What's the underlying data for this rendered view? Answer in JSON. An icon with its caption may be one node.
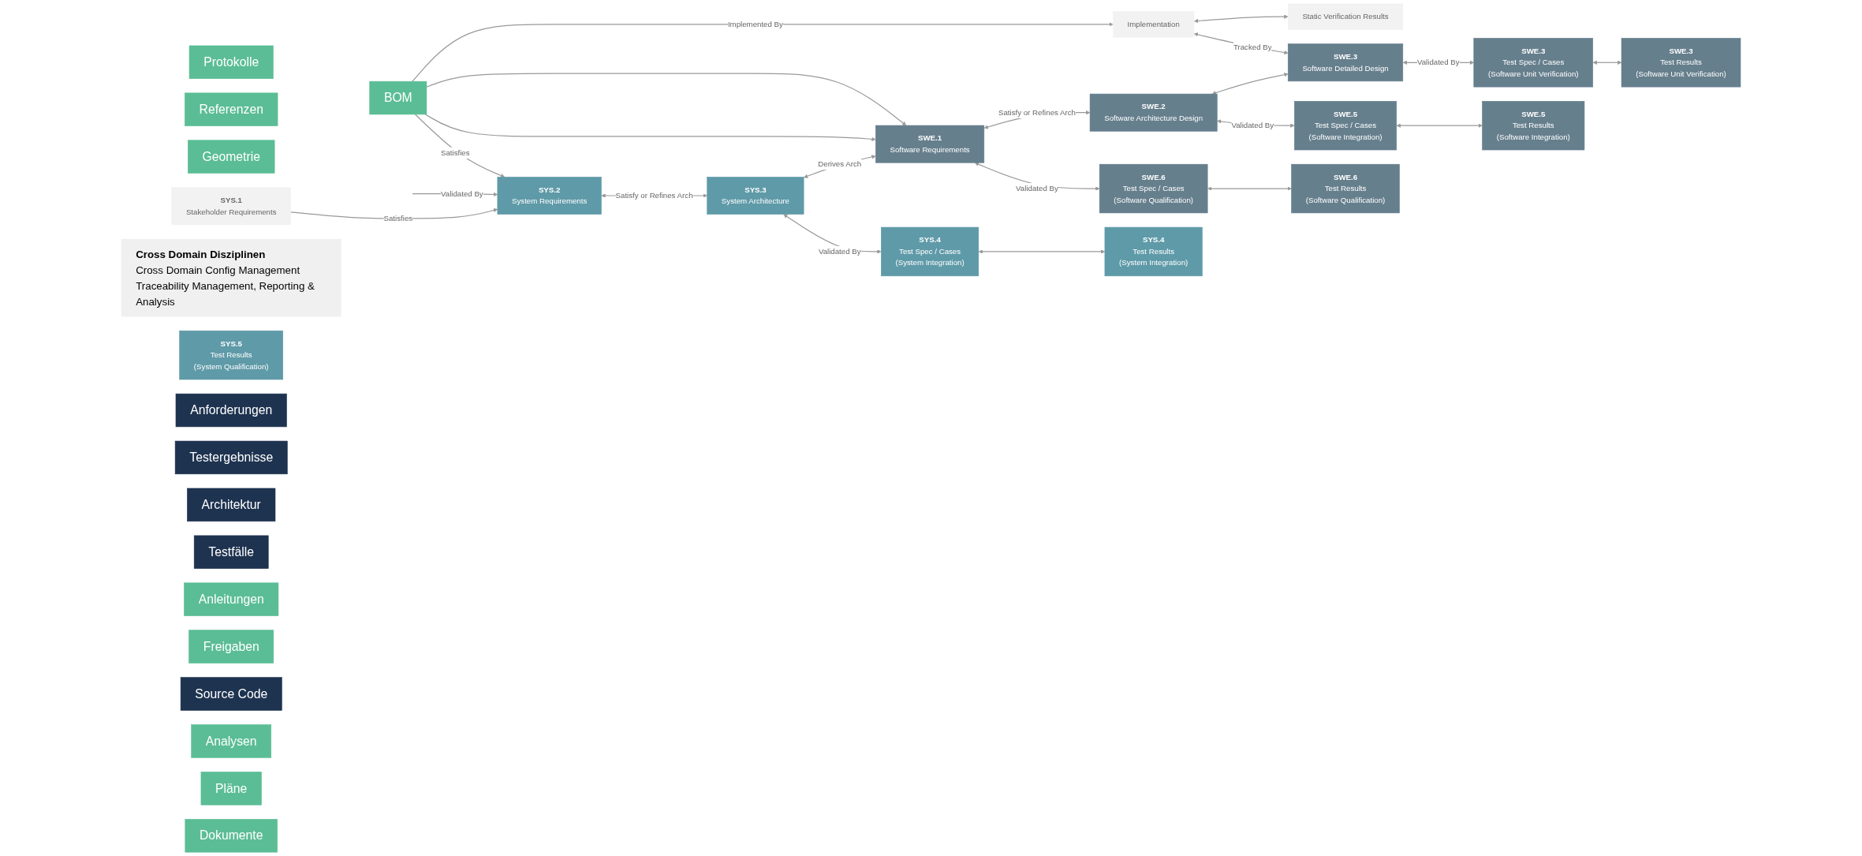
{
  "diagram": {
    "nodes": [
      {
        "text": [
          "Protokolle"
        ]
      },
      {
        "text": [
          "Referenzen"
        ]
      },
      {
        "text": [
          "Geometrie"
        ]
      },
      {
        "text": [
          "SYS.1",
          "Stakeholder Requirements"
        ]
      },
      {
        "text": [
          "Cross Domain Disziplinen",
          "Cross Domain Config Management",
          "Traceability Management, Reporting & Analysis"
        ]
      },
      {
        "text": [
          "SYS.2",
          "System Requirements"
        ]
      },
      {
        "text": [
          "SYS.5",
          "Test Results",
          "(System Qualification)"
        ]
      },
      {
        "text": [
          "Anforderungen"
        ]
      },
      {
        "text": [
          "SYS.3",
          "System Architecture"
        ]
      },
      {
        "text": [
          "SYS.4",
          "Test Spec / Cases",
          "(System Integration)"
        ]
      },
      {
        "text": [
          "SYS.4",
          "Test Results",
          "(System Integration)"
        ]
      },
      {
        "text": [
          "Testergebnisse"
        ]
      },
      {
        "text": [
          "BOM"
        ]
      },
      {
        "text": [
          "SWE.1",
          "Software Requirements"
        ]
      },
      {
        "text": [
          "SWE.6",
          "Test Spec / Cases",
          "(Software Qualification)"
        ]
      },
      {
        "text": [
          "SWE.6",
          "Test Results",
          "(Software Qualification)"
        ]
      },
      {
        "text": [
          "Architektur"
        ]
      },
      {
        "text": [
          "Testfälle"
        ]
      },
      {
        "text": [
          "SWE.2",
          "Software Architecture Design"
        ]
      },
      {
        "text": [
          "SWE.5",
          "Test Spec / Cases",
          "(Software Integration)"
        ]
      },
      {
        "text": [
          "SWE.5",
          "Test Results",
          "(Software Integration)"
        ]
      },
      {
        "text": [
          "Anleitungen"
        ]
      },
      {
        "text": [
          "Freigaben"
        ]
      },
      {
        "text": [
          "SWE.3",
          "Software Detailed Design"
        ]
      },
      {
        "text": [
          "SWE.3",
          "Test Spec / Cases",
          "(Software Unit Verification)"
        ]
      },
      {
        "text": [
          "SWE.3",
          "Test Results",
          "(Software Unit Verification)"
        ]
      },
      {
        "text": [
          "Source Code"
        ]
      },
      {
        "text": [
          "Implementation"
        ]
      },
      {
        "text": [
          "Static Verification Results"
        ]
      },
      {
        "text": [
          "Analysen"
        ]
      },
      {
        "text": [
          "Pläne"
        ]
      },
      {
        "text": [
          "Dokumente"
        ]
      }
    ],
    "edges": [
      {
        "from": 3,
        "to": 5,
        "arrow": "to",
        "label": "Satisfies"
      },
      {
        "from": 12,
        "to": 5,
        "arrow": "to",
        "label": "Satisfies"
      },
      {
        "from": null,
        "to": 5,
        "arrow": "to",
        "label": "Validated By"
      },
      {
        "from": 5,
        "to": 8,
        "arrow": "both",
        "label": "Satisfy or Refines Arch"
      },
      {
        "from": 8,
        "to": 9,
        "arrow": "both",
        "label": "Validated By"
      },
      {
        "from": 9,
        "to": 10,
        "arrow": "both"
      },
      {
        "from": 8,
        "to": 13,
        "arrow": "both",
        "label": "Derives Arch"
      },
      {
        "from": 12,
        "to": 13,
        "arrow": "to"
      },
      {
        "from": 12,
        "to": 13,
        "arrow": "to"
      },
      {
        "from": 13,
        "to": 14,
        "arrow": "both",
        "label": "Validated By"
      },
      {
        "from": 14,
        "to": 15,
        "arrow": "both"
      },
      {
        "from": 13,
        "to": 18,
        "arrow": "both",
        "label": "Satisfy or Refines Arch"
      },
      {
        "from": 18,
        "to": 19,
        "arrow": "both",
        "label": "Validated By"
      },
      {
        "from": 19,
        "to": 20,
        "arrow": "both"
      },
      {
        "from": 18,
        "to": 23,
        "arrow": "both"
      },
      {
        "from": 23,
        "to": 24,
        "arrow": "both",
        "label": "Validated By"
      },
      {
        "from": 24,
        "to": 25,
        "arrow": "both"
      },
      {
        "from": 27,
        "to": 23,
        "arrow": "both",
        "label": "Tracked By"
      },
      {
        "from": 12,
        "to": 27,
        "arrow": "to",
        "label": "Implemented By"
      },
      {
        "from": 27,
        "to": 28,
        "arrow": "both"
      }
    ]
  }
}
